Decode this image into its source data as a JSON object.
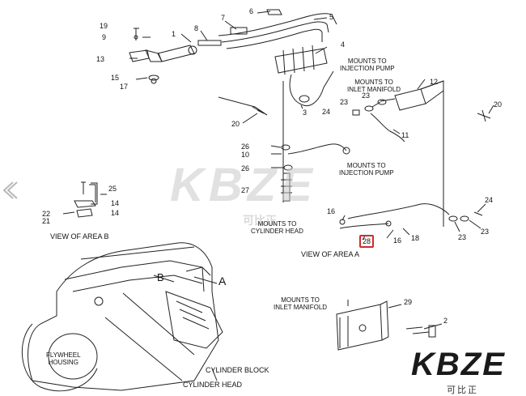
{
  "callouts": {
    "c1": "1",
    "c2": "2",
    "c3": "3",
    "c4": "4",
    "c5": "5",
    "c6": "6",
    "c7": "7",
    "c8": "8",
    "c9": "9",
    "c10": "10",
    "c11": "11",
    "c12": "12",
    "c13": "13",
    "c14a": "14",
    "c14b": "14",
    "c15": "15",
    "c16a": "16",
    "c16b": "16",
    "c17": "17",
    "c18": "18",
    "c19": "19",
    "c20a": "20",
    "c20b": "20",
    "c21": "21",
    "c22": "22",
    "c23a": "23",
    "c23b": "23",
    "c23c": "23",
    "c23d": "23",
    "c24a": "24",
    "c24b": "24",
    "c25": "25",
    "c26a": "26",
    "c26b": "26",
    "c27": "27",
    "c28": "28",
    "c29": "29"
  },
  "notes": {
    "mounts_injection_pump_1": "MOUNTS TO\nINJECTION PUMP",
    "mounts_inlet_manifold_1": "MOUNTS TO\nINLET MANIFOLD",
    "mounts_injection_pump_2": "MOUNTS TO\nINJECTION PUMP",
    "mounts_cylinder_head": "MOUNTS TO\nCYLINDER HEAD",
    "mounts_inlet_manifold_2": "MOUNTS TO\nINLET MANIFOLD",
    "view_area_b": "VIEW OF AREA B",
    "view_area_a": "VIEW OF AREA A",
    "flywheel_housing": "FLYWHEEL\nHOUSING",
    "cylinder_block": "CYLINDER BLOCK",
    "cylinder_head": "CYLINDER HEAD",
    "area_a": "A",
    "area_b": "B"
  },
  "watermark": {
    "center_text": "KBZE",
    "center_sub": "可比正"
  },
  "logo": {
    "text": "KBZE",
    "sub": "可比正"
  },
  "highlight_color": "#d12a2a"
}
